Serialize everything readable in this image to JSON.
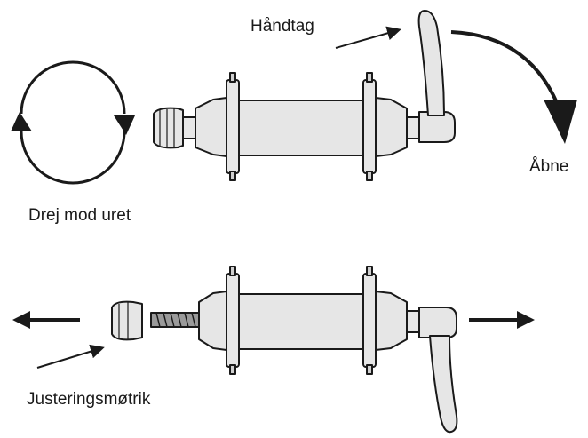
{
  "labels": {
    "handle": "Håndtag",
    "open": "Åbne",
    "turn_ccw": "Drej mod uret",
    "adjusting_nut": "Justeringsmøtrik"
  },
  "colors": {
    "line": "#1a1a1a",
    "part_fill": "#e6e6e6",
    "part_shade": "#cfcfcf",
    "background": "#ffffff"
  }
}
